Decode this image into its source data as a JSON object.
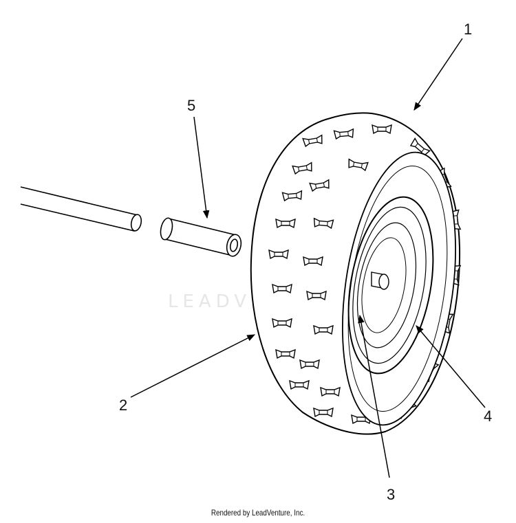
{
  "diagram": {
    "callouts": [
      {
        "id": "1",
        "label": "1"
      },
      {
        "id": "2",
        "label": "2"
      },
      {
        "id": "3",
        "label": "3"
      },
      {
        "id": "4",
        "label": "4"
      },
      {
        "id": "5",
        "label": "5"
      }
    ],
    "watermark": "LEADVENTURE",
    "footer": "Rendered by LeadVenture, Inc."
  }
}
